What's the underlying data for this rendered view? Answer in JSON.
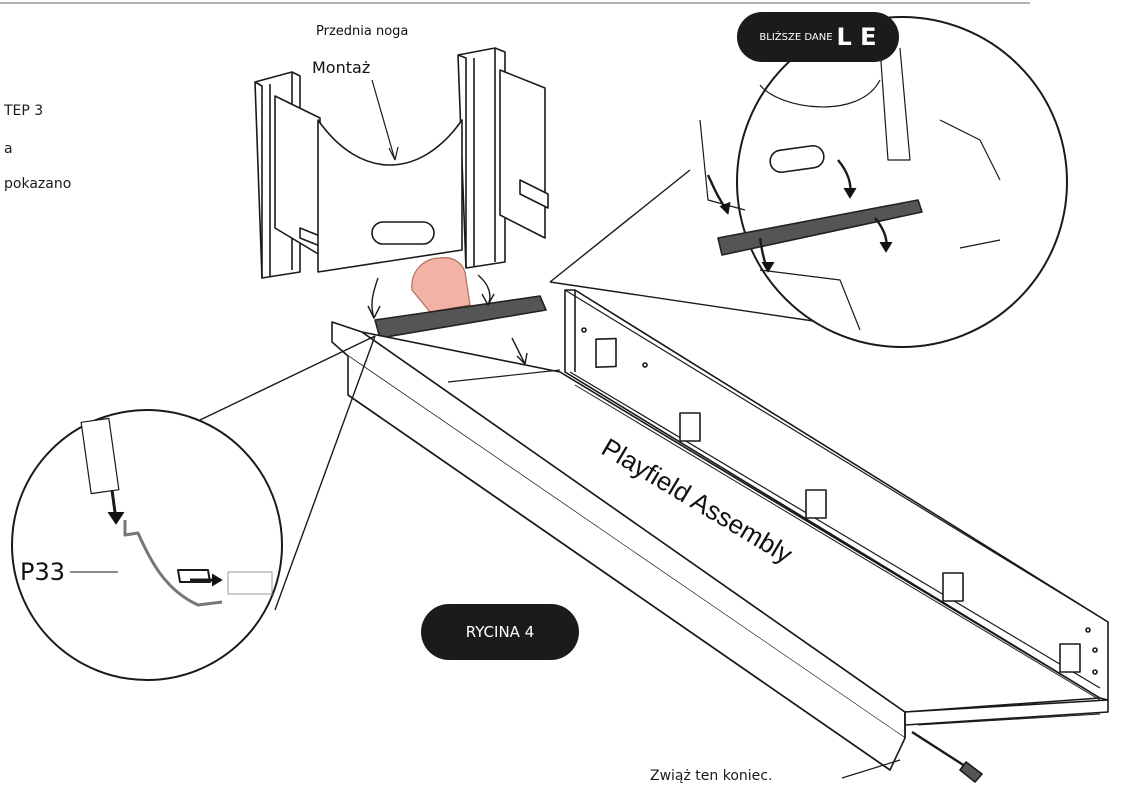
{
  "instructions": {
    "step": "TEP 3",
    "line2": "a",
    "line3": "pokazano"
  },
  "labels": {
    "front_leg": "Przednia noga",
    "assembly": "Montaż",
    "detail": "BLIŻSZE DANE",
    "detail_letters": "L E",
    "figure": "RYCINA 4",
    "part": "P33",
    "playfield": "Playfield Assembly",
    "tie_end": "Zwiąż ten koniec."
  },
  "colors": {
    "line": "#1a1a1a",
    "rail": "#555555",
    "hand": "#f2b3a6",
    "badge": "#1b1b1b"
  }
}
